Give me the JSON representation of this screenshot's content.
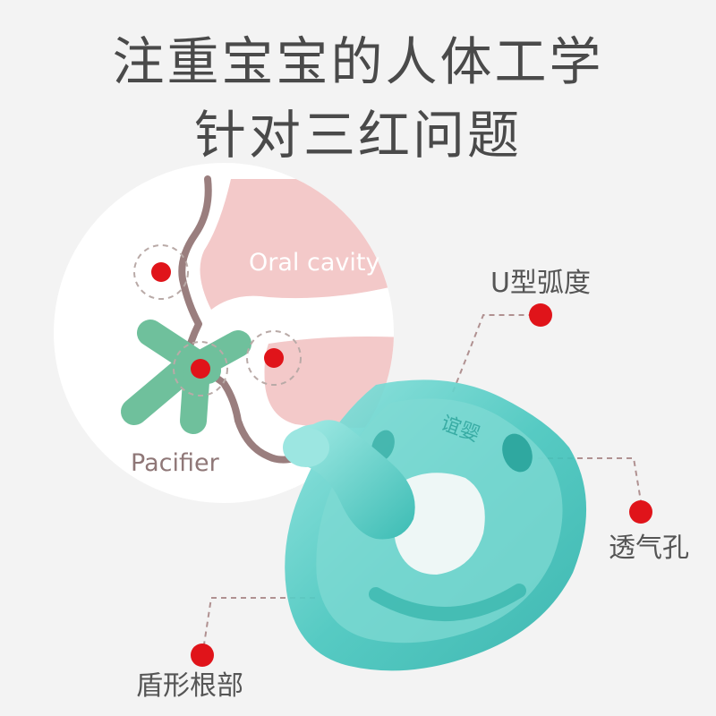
{
  "headline": {
    "line1": "注重宝宝的人体工学",
    "line2": "针对三红问题"
  },
  "diagram": {
    "oral_cavity_label": "Oral cavity",
    "pacifier_label": "Pacifier"
  },
  "product": {
    "brand_embossing": "谊婴",
    "callouts": {
      "u_curve": "U型弧度",
      "vent_hole": "透气孔",
      "shield_base": "盾形根部"
    }
  },
  "colors": {
    "title_text": "#4a4a4a",
    "marker_red": "#e0141a",
    "pacifier_teal": "#3fbfb8",
    "diagram_green": "#6fc09c",
    "diagram_pink": "#f3c9c9",
    "line_brown": "#9a7e7e"
  }
}
